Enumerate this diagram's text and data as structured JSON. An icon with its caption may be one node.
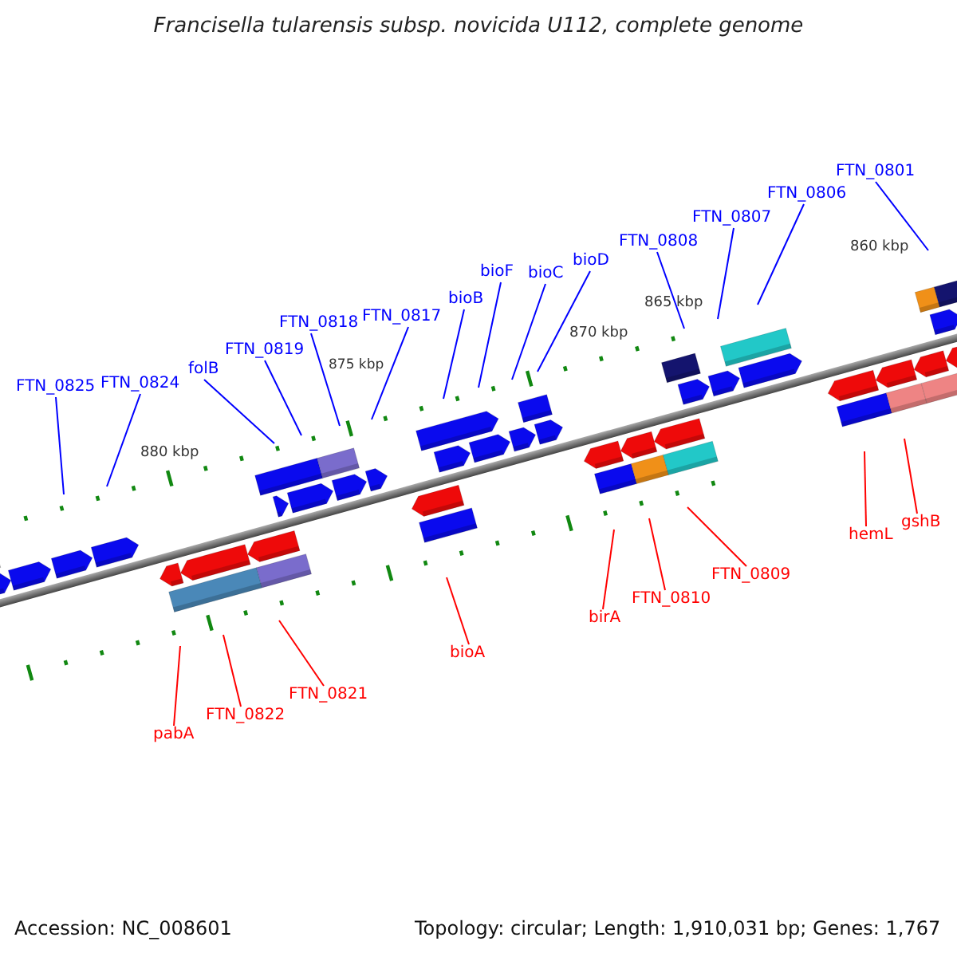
{
  "diagram": {
    "title": "Francisella tularensis subsp. novicida U112, complete genome",
    "nodes": [
      {
        "text": [
          "FTN_0825"
        ]
      },
      {
        "text": [
          "FTN_0824"
        ]
      },
      {
        "text": [
          "folB"
        ]
      },
      {
        "text": [
          "FTN_0819"
        ]
      },
      {
        "text": [
          "FTN_0818"
        ]
      },
      {
        "text": [
          "FTN_0817"
        ]
      },
      {
        "text": [
          "bioB"
        ]
      },
      {
        "text": [
          "bioF"
        ]
      },
      {
        "text": [
          "bioC"
        ]
      },
      {
        "text": [
          "bioD"
        ]
      },
      {
        "text": [
          "FTN_0808"
        ]
      },
      {
        "text": [
          "FTN_0807"
        ]
      },
      {
        "text": [
          "FTN_0806"
        ]
      },
      {
        "text": [
          "FTN_0801"
        ]
      },
      {
        "text": [
          "pabA"
        ]
      },
      {
        "text": [
          "FTN_0822"
        ]
      },
      {
        "text": [
          "FTN_0821"
        ]
      },
      {
        "text": [
          "bioA"
        ]
      },
      {
        "text": [
          "birA"
        ]
      },
      {
        "text": [
          "FTN_0810"
        ]
      },
      {
        "text": [
          "FTN_0809"
        ]
      },
      {
        "text": [
          "hemL"
        ]
      },
      {
        "text": [
          "gshB"
        ]
      }
    ],
    "edges": [
      {
        "from": 0,
        "to": null,
        "arrow": "none"
      },
      {
        "from": 1,
        "to": null,
        "arrow": "none"
      },
      {
        "from": 2,
        "to": null,
        "arrow": "none"
      },
      {
        "from": 3,
        "to": null,
        "arrow": "none"
      },
      {
        "from": 4,
        "to": null,
        "arrow": "none"
      },
      {
        "from": 5,
        "to": null,
        "arrow": "none"
      },
      {
        "from": 6,
        "to": null,
        "arrow": "none"
      },
      {
        "from": 7,
        "to": null,
        "arrow": "none"
      },
      {
        "from": 8,
        "to": null,
        "arrow": "none"
      },
      {
        "from": 9,
        "to": null,
        "arrow": "none"
      },
      {
        "from": 10,
        "to": null,
        "arrow": "none"
      },
      {
        "from": 11,
        "to": null,
        "arrow": "none"
      },
      {
        "from": 12,
        "to": null,
        "arrow": "none"
      },
      {
        "from": 13,
        "to": null,
        "arrow": "none"
      },
      {
        "from": 14,
        "to": null,
        "arrow": "none",
        "color": "#ff0000"
      },
      {
        "from": 15,
        "to": null,
        "arrow": "none",
        "color": "#ff0000"
      },
      {
        "from": 16,
        "to": null,
        "arrow": "none",
        "color": "#ff0000"
      },
      {
        "from": 17,
        "to": null,
        "arrow": "none",
        "color": "#ff0000"
      },
      {
        "from": 18,
        "to": null,
        "arrow": "none",
        "color": "#ff0000"
      },
      {
        "from": 19,
        "to": null,
        "arrow": "none",
        "color": "#ff0000"
      },
      {
        "from": 20,
        "to": null,
        "arrow": "none",
        "color": "#ff0000"
      },
      {
        "from": 21,
        "to": null,
        "arrow": "none",
        "color": "#ff0000"
      },
      {
        "from": 22,
        "to": null,
        "arrow": "none",
        "color": "#ff0000"
      }
    ],
    "labels": [
      "880 kbp",
      "875 kbp",
      "870 kbp",
      "865 kbp",
      "860 kbp",
      "Accession: NC_008601",
      "Topology: circular; Length: 1,910,031 bp; Genes: 1,767"
    ]
  }
}
